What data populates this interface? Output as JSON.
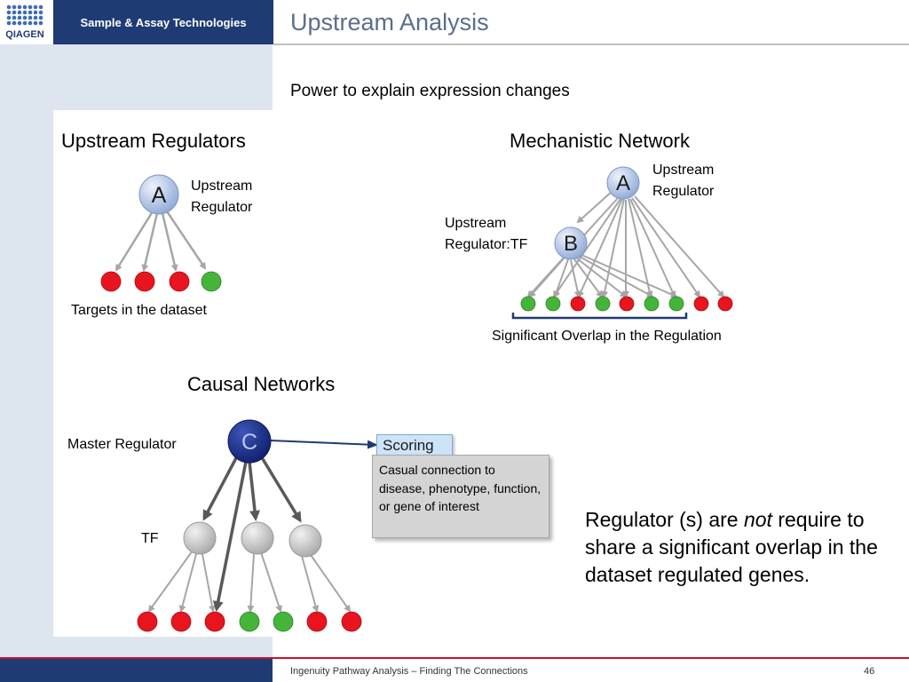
{
  "header": {
    "brand_label": "Sample & Assay Technologies",
    "logo_text": "QIAGEN",
    "logo_color": "#1f3b73"
  },
  "title": "Upstream Analysis",
  "subtitle": "Power to explain expression changes",
  "upstream_regulators": {
    "heading": "Upstream Regulators",
    "node_letter": "A",
    "node_label_line1": "Upstream",
    "node_label_line2": "Regulator",
    "targets_label": "Targets in the dataset",
    "targets": [
      "red",
      "red",
      "red",
      "green"
    ]
  },
  "mechanistic_network": {
    "heading": "Mechanistic Network",
    "node_a_letter": "A",
    "node_a_label_line1": "Upstream",
    "node_a_label_line2": "Regulator",
    "node_b_letter": "B",
    "node_b_label_line1": "Upstream",
    "node_b_label_line2": "Regulator:TF",
    "targets": [
      "green",
      "green",
      "red",
      "green",
      "red",
      "green",
      "green",
      "red",
      "red"
    ],
    "overlap_label": "Significant Overlap in the Regulation"
  },
  "causal_networks": {
    "heading": "Causal Networks",
    "master_label": "Master Regulator",
    "node_letter": "C",
    "tf_label": "TF",
    "scoring_label": "Scoring",
    "callout_text": "Casual connection to disease, phenotype, function, or gene of interest",
    "targets": [
      "red",
      "red",
      "red",
      "green",
      "green",
      "red",
      "red"
    ]
  },
  "regulator_note": {
    "before": "Regulator (s) are ",
    "emphasis": "not",
    "after": " require to share a significant overlap in the dataset regulated genes."
  },
  "footer": {
    "text": "Ingenuity Pathway Analysis – Finding The Connections",
    "page": "46"
  },
  "colors": {
    "red_node": "#e8141e",
    "green_node": "#45b53a",
    "blue_node": "#a9bfe0",
    "dark_blue_node": "#1b2f8a",
    "gray_node": "#c6c6c6",
    "accent_red": "#c8102e"
  }
}
